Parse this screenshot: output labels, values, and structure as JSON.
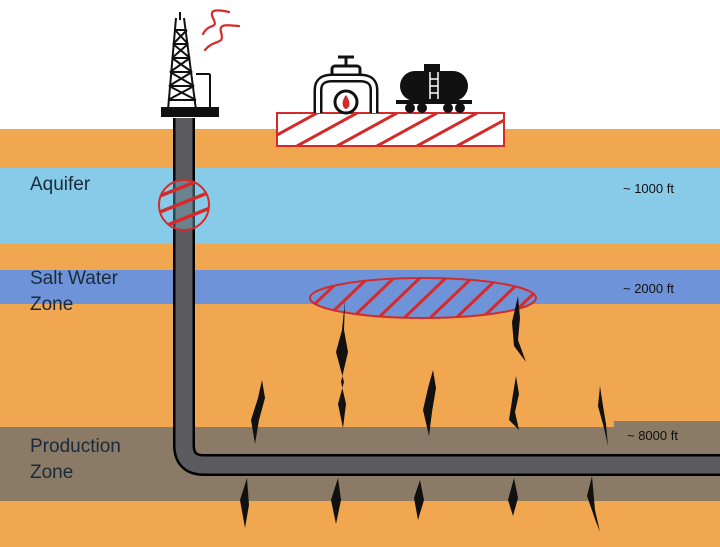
{
  "layers": {
    "aquifer": {
      "label": "Aquifer",
      "depth": "~ 1000 ft"
    },
    "salt_water": {
      "label": "Salt Water\nZone",
      "depth": "~ 2000 ft"
    },
    "production": {
      "label": "Production\nZone",
      "depth": "~ 8000 ft"
    }
  },
  "colors": {
    "sky": "#ffffff",
    "rock": "#f0a750",
    "aquifer": "#88cbe9",
    "salt_water": "#6f93d8",
    "production": "#8b7a66",
    "well": "#5c5c60",
    "hazard": "#d42a2a",
    "fracture": "#111111"
  },
  "icons": [
    "drilling-rig-icon",
    "smoke-icon",
    "wellhead-valve-icon",
    "tanker-truck-icon",
    "fracture-icon",
    "contamination-hatch-icon"
  ]
}
